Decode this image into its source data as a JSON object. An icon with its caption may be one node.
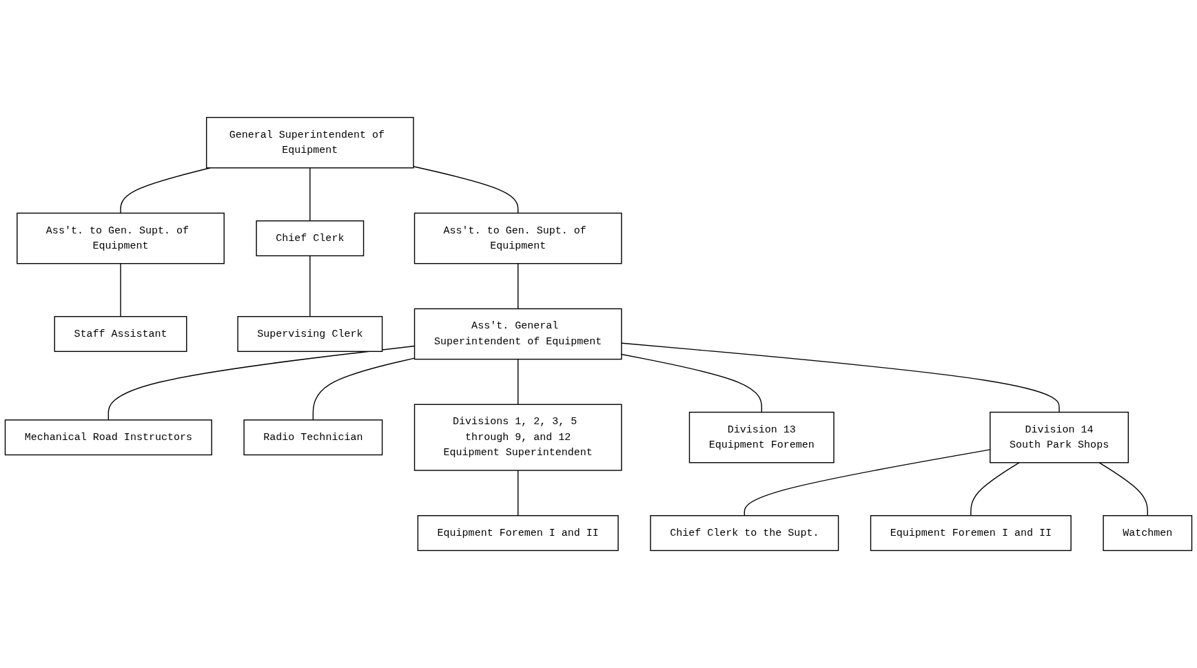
{
  "diagram": {
    "nodes": [
      {
        "text": [
          "General Superintendent of Equipment"
        ]
      },
      {
        "text": [
          "Ass't. to Gen. Supt. of Equipment"
        ]
      },
      {
        "text": [
          "Ass't. to Gen. Supt. of Equipment"
        ]
      },
      {
        "text": [
          "Chief Clerk"
        ]
      },
      {
        "text": [
          "Staff Assistant"
        ]
      },
      {
        "text": [
          "Supervising Clerk"
        ]
      },
      {
        "text": [
          "Mechanical Road Instructors"
        ]
      },
      {
        "text": [
          "Ass't. General Superintendent of Equipment"
        ]
      },
      {
        "text": [
          "Radio Technician"
        ]
      },
      {
        "text": [
          "Divisions 1, 2, 3, 5 through 9, and 12",
          "Equipment Superintendent"
        ]
      },
      {
        "text": [
          "Division 13",
          "Equipment Foremen"
        ]
      },
      {
        "text": [
          "Division 14",
          "South Park Shops"
        ]
      },
      {
        "text": [
          "Equipment Foremen I and II"
        ]
      },
      {
        "text": [
          "Chief Clerk to the Supt."
        ]
      },
      {
        "text": [
          "Equipment Foremen I and II"
        ]
      },
      {
        "text": [
          "Watchmen"
        ]
      }
    ],
    "edges": [
      {
        "from": 0,
        "to": 1,
        "arrow": "none"
      },
      {
        "from": 0,
        "to": 2,
        "arrow": "none"
      },
      {
        "from": 0,
        "to": 3,
        "arrow": "none"
      },
      {
        "from": 1,
        "to": 4,
        "arrow": "none"
      },
      {
        "from": 3,
        "to": 5,
        "arrow": "none"
      },
      {
        "from": 2,
        "to": 7,
        "arrow": "none"
      },
      {
        "from": 7,
        "to": 6,
        "arrow": "none"
      },
      {
        "from": 7,
        "to": 8,
        "arrow": "none"
      },
      {
        "from": 7,
        "to": 9,
        "arrow": "none"
      },
      {
        "from": 7,
        "to": 10,
        "arrow": "none"
      },
      {
        "from": 7,
        "to": 11,
        "arrow": "none"
      },
      {
        "from": 9,
        "to": 12,
        "arrow": "none"
      },
      {
        "from": 11,
        "to": 13,
        "arrow": "none"
      },
      {
        "from": 11,
        "to": 14,
        "arrow": "none"
      },
      {
        "from": 11,
        "to": 15,
        "arrow": "none"
      }
    ]
  }
}
